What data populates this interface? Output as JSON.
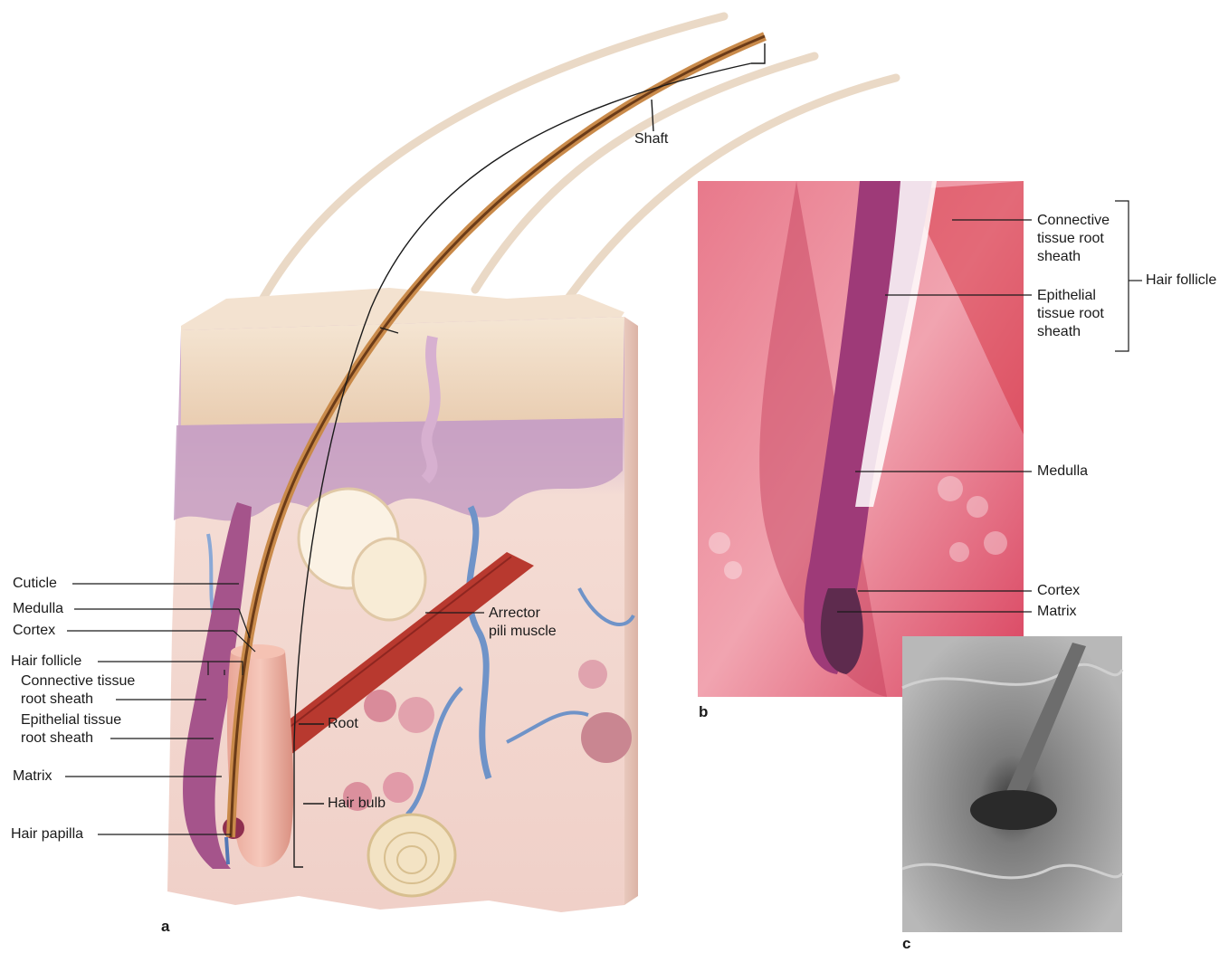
{
  "panel_a": {
    "letter": "a",
    "labels": {
      "shaft": "Shaft",
      "cuticle": "Cuticle",
      "medulla": "Medulla",
      "cortex": "Cortex",
      "hair_follicle": "Hair follicle",
      "connective_sheath": "Connective tissue\nroot sheath",
      "epithelial_sheath": "Epithelial tissue\nroot sheath",
      "matrix": "Matrix",
      "hair_papilla": "Hair papilla",
      "arrector": "Arrector\npili muscle",
      "root": "Root",
      "hair_bulb": "Hair bulb"
    }
  },
  "panel_b": {
    "letter": "b",
    "labels": {
      "connective_sheath": "Connective\ntissue root\nsheath",
      "epithelial_sheath": "Epithelial\ntissue root\nsheath",
      "hair_follicle": "Hair follicle",
      "medulla": "Medulla",
      "cortex": "Cortex",
      "matrix": "Matrix"
    }
  },
  "panel_c": {
    "letter": "c"
  },
  "colors": {
    "epidermis": "#f0dcc4",
    "dermis": "#f3d8cf",
    "hypodermis_purple": "#c9a0c0",
    "muscle": "#b8392f",
    "hair": "#c98a4a",
    "histology": "#d9506a",
    "sem": "#8a8a8a",
    "leader": "#1a1a1a"
  }
}
